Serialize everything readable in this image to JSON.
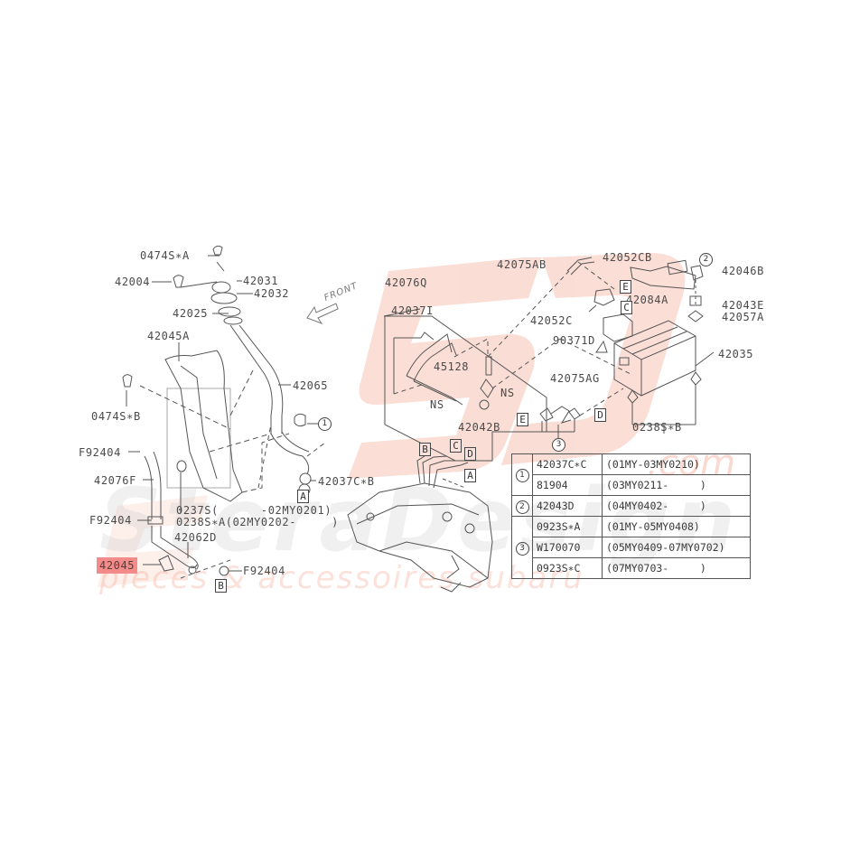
{
  "diagram": {
    "title": "Fuel filler pipe / EVAP canister / fuel tank parts diagram",
    "highlighted_part": "42045",
    "accent_color": "#f48b8b",
    "watermark": {
      "brand_main": "SteraDesign",
      "brand_suffix": ".com",
      "tagline": "pieces & accessoires subaru",
      "logo_color": "#f6b8a8"
    },
    "orientation_label": "FRONT",
    "callouts": {
      "p0474SA": "0474S∗A",
      "p42004": "42004",
      "p42031": "42031",
      "p42032": "42032",
      "p42025": "42025",
      "p42045A": "42045A",
      "p0474SB": "0474S∗B",
      "p42065": "42065",
      "pF92404_top": "F92404",
      "p42076F": "42076F",
      "pF92404_mid": "F92404",
      "p0237S": "0237S(      -02MY0201)",
      "p0238SA": "0238S∗A(02MY0202-     )",
      "p42062D": "42062D",
      "p42045": "42045",
      "pF92404_bot": "F92404",
      "p42037CB": "42037C∗B",
      "p42076Q": "42076Q",
      "p42037I": "42037I",
      "p45128": "45128",
      "pNS_left": "NS",
      "pNS_right": "NS",
      "p42042B": "42042B",
      "p42075AB": "42075AB",
      "p42052CB": "42052CB",
      "p42046B": "42046B",
      "p42084A": "42084A",
      "p42043E": "42043E",
      "p42057A": "42057A",
      "p42052C": "42052C",
      "p90371D": "90371D",
      "p42035": "42035",
      "p42075AG": "42075AG",
      "p0238SB": "0238S∗B"
    },
    "connectors": {
      "A1": "A",
      "A2": "A",
      "B1": "B",
      "B2": "B",
      "C1": "C",
      "C2": "C",
      "D1": "D",
      "D2": "D",
      "E1": "E",
      "E2": "E"
    },
    "ref_markers": {
      "r1": "1",
      "r2": "2",
      "r3": "3"
    },
    "variant_table": {
      "groups": [
        {
          "ref": "1",
          "rows": [
            {
              "part": "42037C∗C",
              "range": "(01MY-03MY0210)"
            },
            {
              "part": "81904",
              "range": "(03MY0211-     )"
            }
          ]
        },
        {
          "ref": "2",
          "rows": [
            {
              "part": "42043D",
              "range": "(04MY0402-     )"
            }
          ]
        },
        {
          "ref": "3",
          "rows": [
            {
              "part": "0923S∗A",
              "range": "(01MY-05MY0408)"
            },
            {
              "part": "W170070",
              "range": "(05MY0409-07MY0702)"
            },
            {
              "part": "0923S∗C",
              "range": "(07MY0703-     )"
            }
          ]
        }
      ]
    }
  }
}
